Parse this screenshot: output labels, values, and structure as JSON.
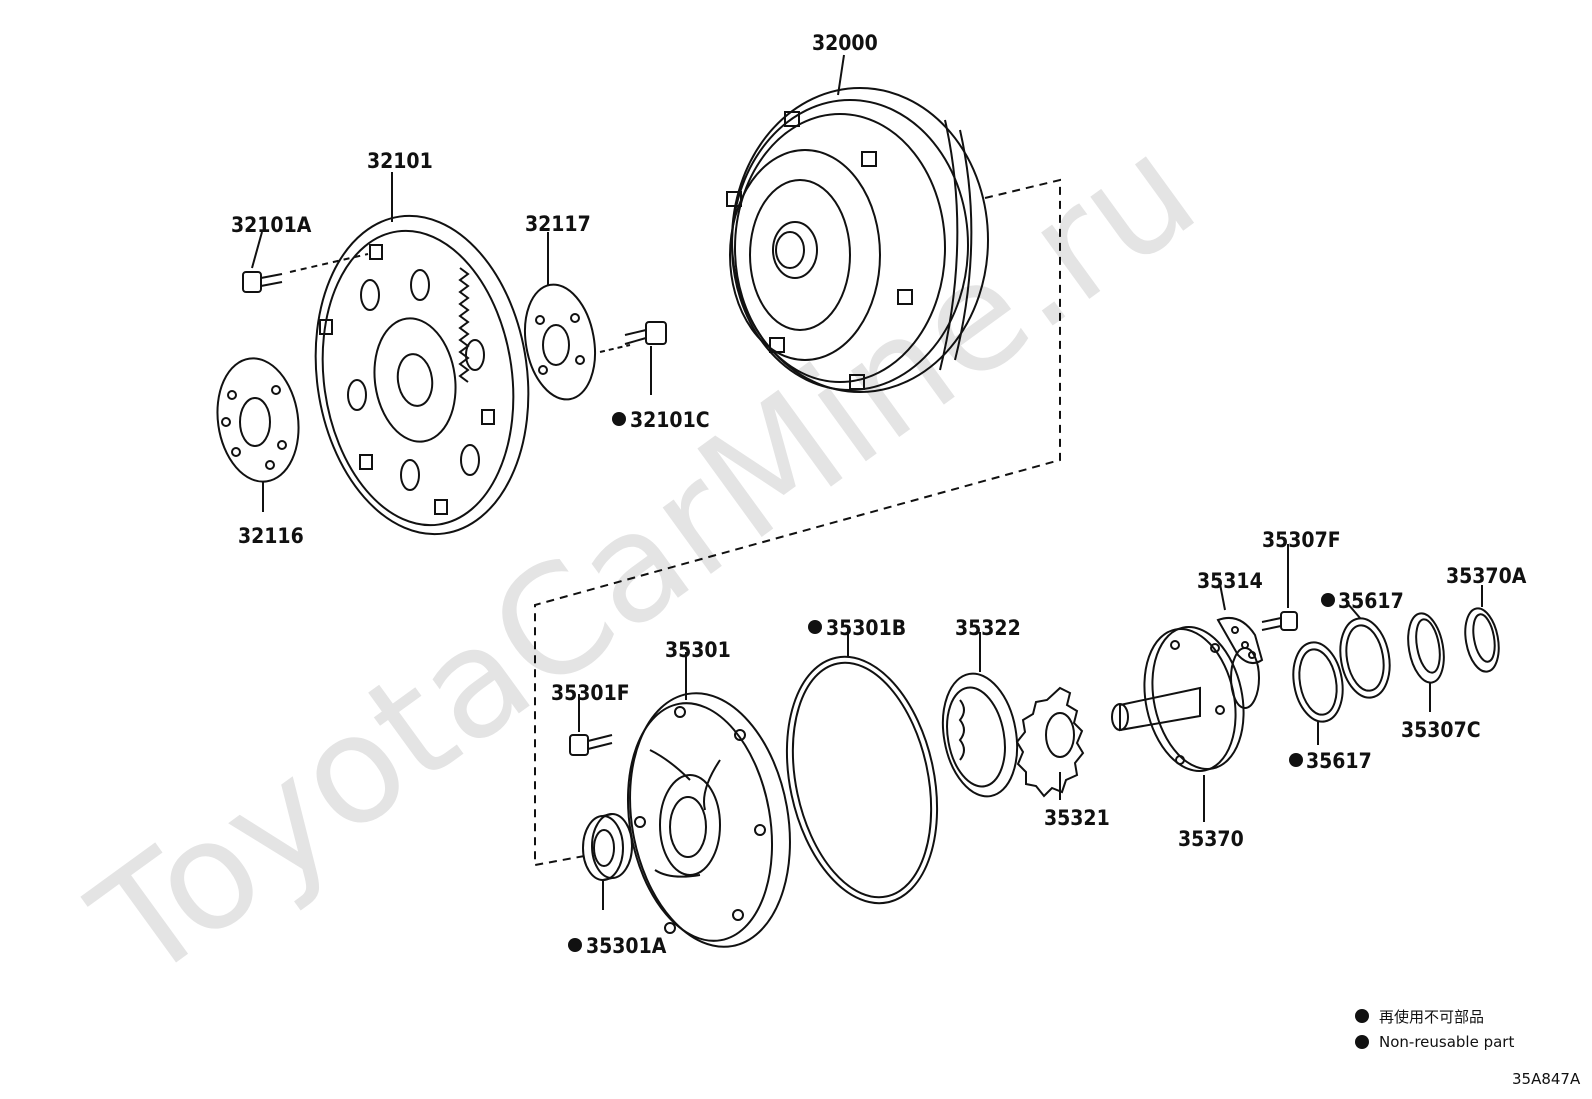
{
  "watermark": "ToyotaCarMine.ru",
  "labels": {
    "p32000": "32000",
    "p32101": "32101",
    "p32101A": "32101A",
    "p32117": "32117",
    "p32101C": "32101C",
    "p32116": "32116",
    "p35307F": "35307F",
    "p35314": "35314",
    "p35617_top": "35617",
    "p35370A": "35370A",
    "p35301B": "35301B",
    "p35322": "35322",
    "p35301": "35301",
    "p35301F": "35301F",
    "p35321": "35321",
    "p35370": "35370",
    "p35617_bottom": "35617",
    "p35307C": "35307C",
    "p35301A": "35301A"
  },
  "legend": {
    "jp": "再使用不可部品",
    "en": "Non-reusable part"
  },
  "diagram_code": "35A847A",
  "colors": {
    "line": "#111111",
    "watermark": "#e4e4e4"
  }
}
